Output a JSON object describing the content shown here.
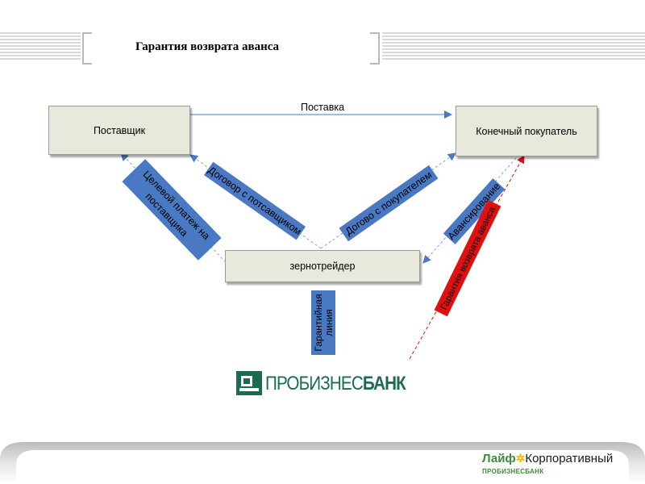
{
  "title": "Гарантия возврата аванса",
  "nodes": {
    "supplier": "Поставщик",
    "buyer": "Конечный покупатель",
    "trader": "зернотрейдер"
  },
  "edges": {
    "delivery": "Поставка",
    "target_payment": "Целевой платеж на поставщика",
    "supplier_contract": "Договор с потсавщиком",
    "buyer_contract": "Догово с покупателем",
    "advance": "Авансирование",
    "advance_guarantee": "Гарантия возврата аванса",
    "guarantee_line": "Гарантийная линия"
  },
  "logos": {
    "bank_prefix": "ПРОБИЗНЕС",
    "bank_suffix": "БАНК",
    "footer_brand_1": "Лайф",
    "footer_brand_2": "Корпоративный",
    "footer_bank": "ПРОБИЗНЕСБАНК"
  },
  "colors": {
    "label_blue": "#4a79c4",
    "label_red": "#e01010",
    "bank_green": "#1a6b4f",
    "footer_green": "#3d8a3a",
    "footer_yellow": "#f0b800"
  }
}
